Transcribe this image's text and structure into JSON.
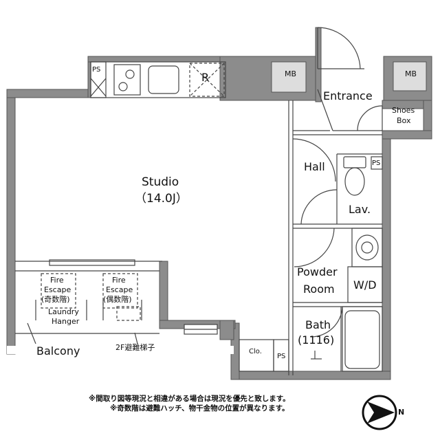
{
  "rooms": {
    "studio_name": "Studio",
    "studio_size": "（14.0J）",
    "entrance": "Entrance",
    "hall": "Hall",
    "lav": "Lav.",
    "powder_room_line1": "Powder",
    "powder_room_line2": "Room",
    "wd": "W/D",
    "bath_name": "Bath",
    "bath_size": "(1116)",
    "balcony": "Balcony",
    "closet": "Clo."
  },
  "fixtures": {
    "shoes_box_line1": "Shoes",
    "shoes_box_line2": "Box",
    "mb_left": "MB",
    "mb_right": "MB",
    "ps_kitchen": "PS",
    "ps_lav": "PS",
    "ps_bath": "PS",
    "refrigerator": "R",
    "fire_escape_1_line1": "Fire",
    "fire_escape_1_line2": "Escape",
    "fire_escape_1_line3": "(奇数階)",
    "fire_escape_2_line1": "Fire",
    "fire_escape_2_line2": "Escape",
    "fire_escape_2_line3": "(偶数階)",
    "laundry_line1": "Laundry",
    "laundry_line2": "Hanger",
    "ladder_2f": "2F避難梯子"
  },
  "notes": {
    "note1": "※間取り図等現況と相違がある場合は現況を優先と致します。",
    "note2": "※奇数階は避難ハッチ、物干金物の位置が異なります。"
  },
  "compass": {
    "north_label": "N",
    "direction": "right"
  },
  "colors": {
    "wall": "#8c8c8c",
    "line": "#444444",
    "background": "#ffffff"
  }
}
